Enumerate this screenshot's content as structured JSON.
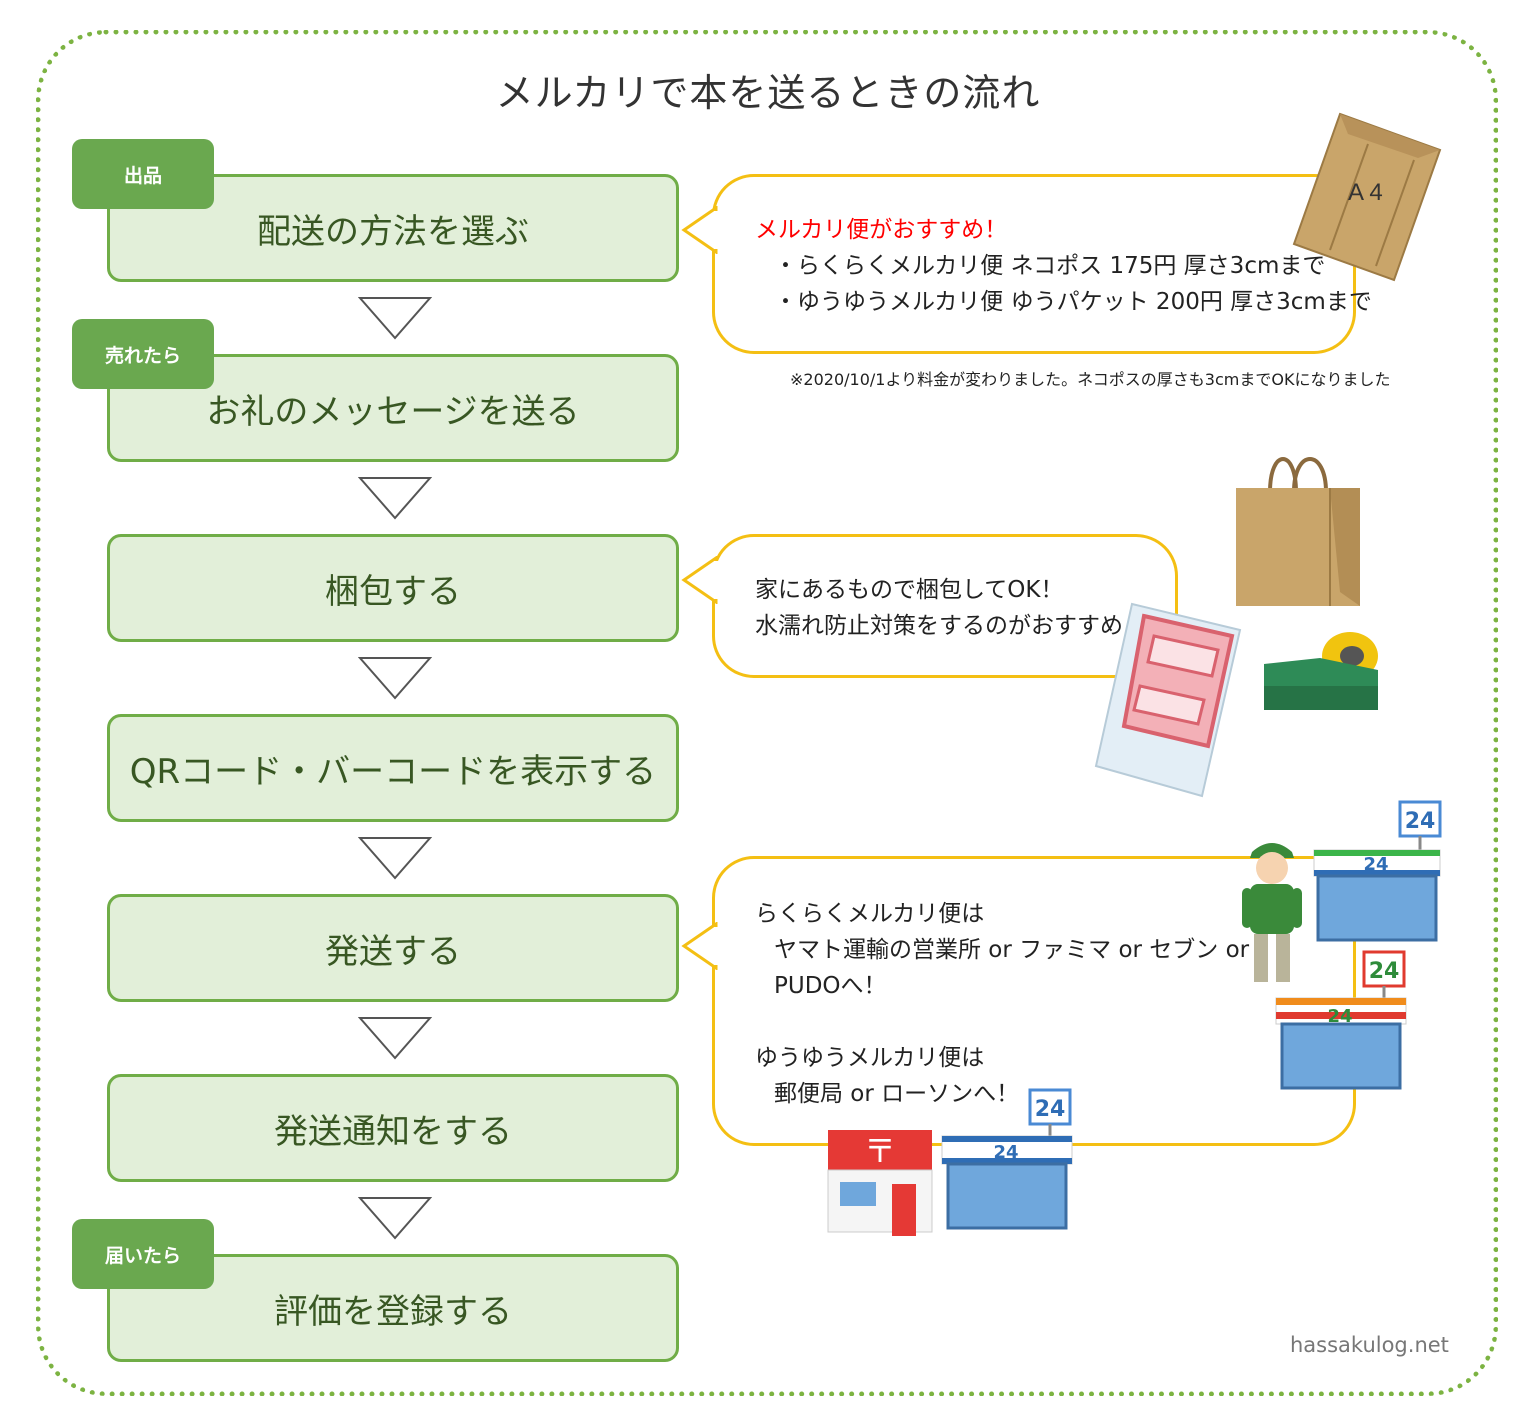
{
  "title": "メルカリで本を送るときの流れ",
  "steps": [
    {
      "label": "配送の方法を選ぶ",
      "tag": "出品"
    },
    {
      "label": "お礼のメッセージを送る",
      "tag": "売れたら"
    },
    {
      "label": "梱包する",
      "tag": ""
    },
    {
      "label": "QRコード・バーコードを表示する",
      "tag": ""
    },
    {
      "label": "発送する",
      "tag": ""
    },
    {
      "label": "発送通知をする",
      "tag": ""
    },
    {
      "label": "評価を登録する",
      "tag": "届いたら"
    }
  ],
  "bubble_shipping_method": {
    "headline": "メルカリ便がおすすめ！",
    "line1": "・らくらくメルカリ便 ネコポス 175円 厚さ3cmまで",
    "line2": "・ゆうゆうメルカリ便 ゆうパケット 200円 厚さ3cmまで"
  },
  "note": "※2020/10/1より料金が変わりました。ネコポスの厚さも3cmまでOKになりました",
  "envelope_label": "A 4",
  "bubble_packing": {
    "line1": "家にあるもので梱包してOK！",
    "line2": "水濡れ防止対策をするのがおすすめ"
  },
  "bubble_send": {
    "line1": "らくらくメルカリ便は",
    "line2": "ヤマト運輸の営業所 or ファミマ or セブン or",
    "line3": "PUDOへ！",
    "line4": "ゆうゆうメルカリ便は",
    "line5": "郵便局 or ローソンへ！"
  },
  "store_sign": "24",
  "post_mark": "〒",
  "credit": "hassakulog.net",
  "colors": {
    "step_fill": "#e2efd9",
    "step_border": "#70ad47",
    "tag_fill": "#6aa84f",
    "bubble_border": "#f4bf13",
    "frame_dots": "#7cb342",
    "highlight_red": "#ff0000"
  }
}
